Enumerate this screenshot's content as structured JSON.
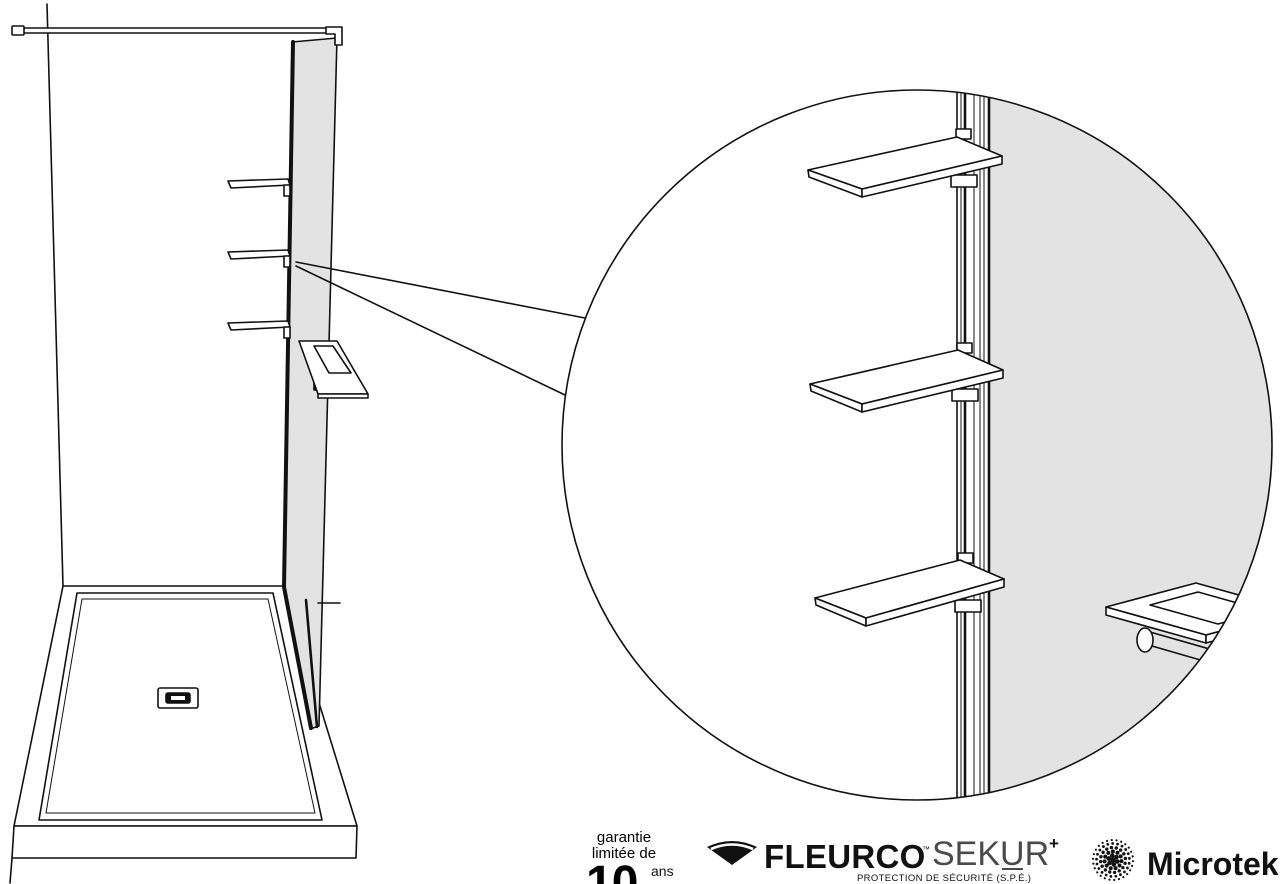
{
  "colors": {
    "line": "#111111",
    "glass": "#e3e3e3",
    "background": "#ffffff",
    "sekur_text": "#4a4a4a"
  },
  "warranty": {
    "line1": "garantie",
    "line2": "limitée de",
    "years": "10",
    "unit": "ans"
  },
  "fleurco": {
    "icon": "fleurco-logo-mark-icon",
    "brand": "FLEURCO",
    "trademark": "™",
    "product": "SEKUR",
    "plus": "+",
    "tagline": "PROTECTION DE SÉCURITÉ (S.P.É.)"
  },
  "microtek": {
    "icon": "microtek-dot-logo-icon",
    "brand": "Microtek"
  }
}
